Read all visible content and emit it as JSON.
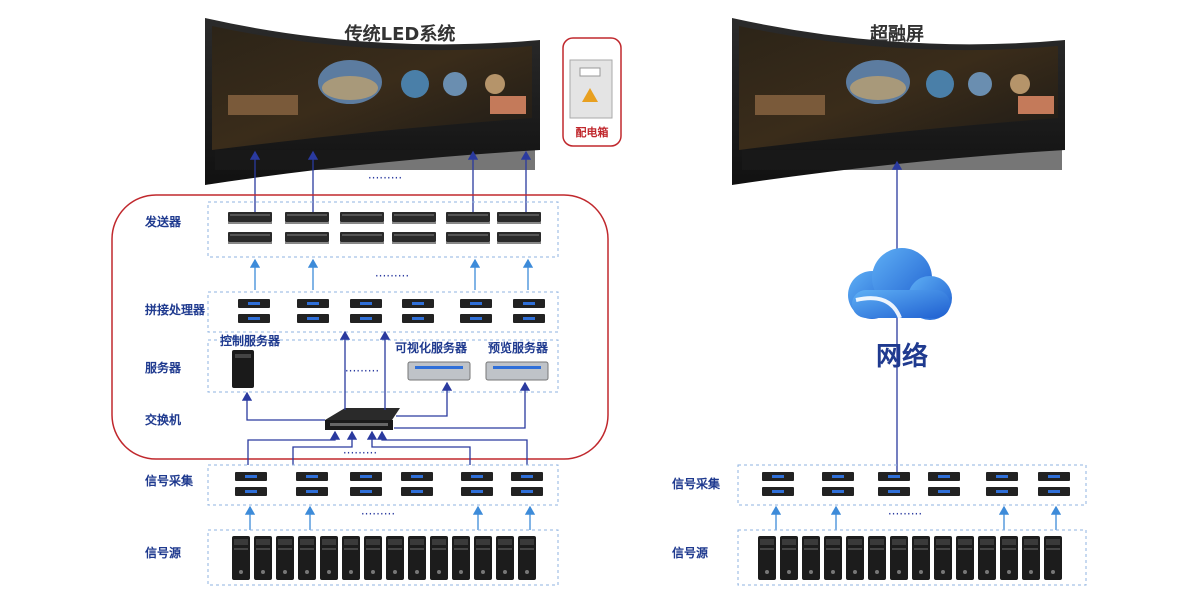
{
  "left": {
    "title": "传统LED系统",
    "power_box_label": "配电箱",
    "rows": {
      "sender": "发送器",
      "processor": "拼接处理器",
      "server": "服务器",
      "switch": "交换机",
      "capture": "信号采集",
      "source": "信号源"
    },
    "servers": {
      "control": "控制服务器",
      "visual": "可视化服务器",
      "preview": "预览服务器"
    },
    "dots": "·········"
  },
  "right": {
    "title": "超融屏",
    "network_label": "网络",
    "rows": {
      "capture": "信号采集",
      "source": "信号源"
    },
    "dots": "·········"
  },
  "colors": {
    "accent_blue": "#1f3a8f",
    "arrow_blue": "#2a3a9f",
    "light_arrow": "#3d8bd9",
    "dashed_box": "#8fb3e0",
    "red_border": "#c0282d",
    "cloud": "#3b86e0"
  },
  "icons": [
    "led-wall-icon",
    "power-box-icon",
    "sender-icon",
    "processor-icon",
    "tower-server-icon",
    "rack-server-icon",
    "switch-icon",
    "capture-icon",
    "pc-tower-icon",
    "cloud-icon"
  ]
}
